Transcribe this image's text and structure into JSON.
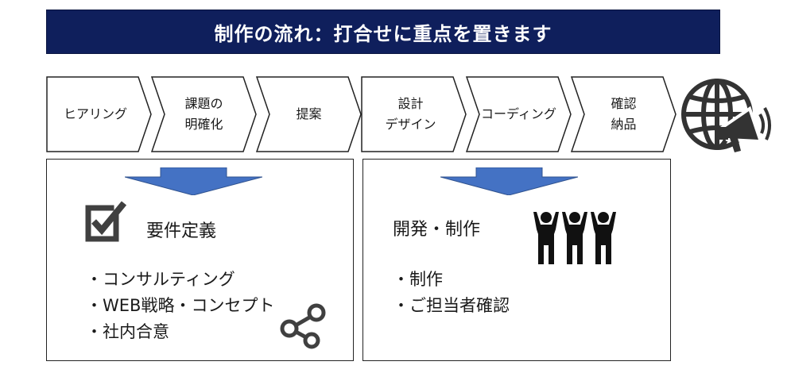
{
  "title": "制作の流れ：打合せに重点を置きます",
  "steps": [
    {
      "label": "ヒアリング"
    },
    {
      "label": "課題の\n明確化"
    },
    {
      "label": "提案"
    },
    {
      "label": "設計\nデザイン"
    },
    {
      "label": "コーディング"
    },
    {
      "label": "確認\n納品"
    }
  ],
  "left_panel": {
    "heading": "要件定義",
    "items": [
      "・コンサルティング",
      "・WEB戦略・コンセプト",
      "・社内合意"
    ]
  },
  "right_panel": {
    "heading": "開発・制作",
    "items": [
      "・制作",
      "・ご担当者確認"
    ]
  },
  "colors": {
    "banner": "#0f1f5c",
    "arrow_fill": "#4472c4",
    "icon": "#333333"
  },
  "icons": [
    "globe-megaphone-icon",
    "checkbox-check-icon",
    "people-cheering-icon",
    "share-icon"
  ]
}
